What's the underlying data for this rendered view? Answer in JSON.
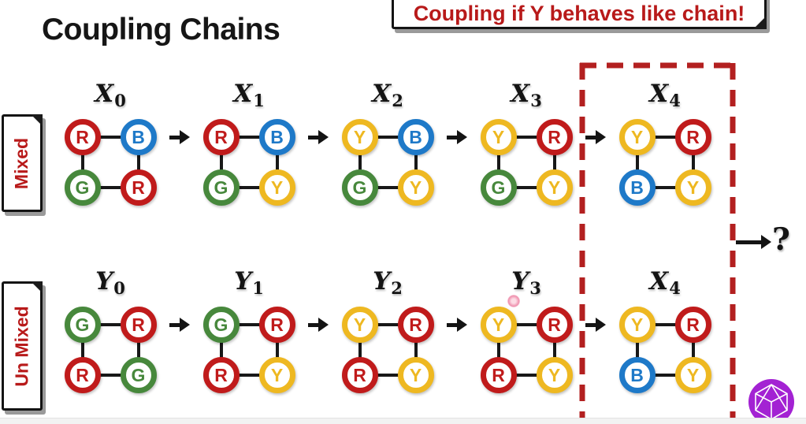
{
  "title": "Coupling Chains",
  "callout": {
    "text": "Coupling if Y behaves like chain!"
  },
  "question_mark": "?",
  "rows": [
    {
      "label": "Mixed",
      "graphs": [
        {
          "name": "X",
          "sub": "0",
          "nodes": [
            "R",
            "B",
            "G",
            "R"
          ]
        },
        {
          "name": "X",
          "sub": "1",
          "nodes": [
            "R",
            "B",
            "G",
            "Y"
          ]
        },
        {
          "name": "X",
          "sub": "2",
          "nodes": [
            "Y",
            "B",
            "G",
            "Y"
          ]
        },
        {
          "name": "X",
          "sub": "3",
          "nodes": [
            "Y",
            "R",
            "G",
            "Y"
          ]
        },
        {
          "name": "X",
          "sub": "4",
          "nodes": [
            "Y",
            "R",
            "B",
            "Y"
          ]
        }
      ]
    },
    {
      "label": "Un Mixed",
      "graphs": [
        {
          "name": "Y",
          "sub": "0",
          "nodes": [
            "G",
            "R",
            "R",
            "G"
          ]
        },
        {
          "name": "Y",
          "sub": "1",
          "nodes": [
            "G",
            "R",
            "R",
            "Y"
          ]
        },
        {
          "name": "Y",
          "sub": "2",
          "nodes": [
            "Y",
            "R",
            "R",
            "Y"
          ]
        },
        {
          "name": "Y",
          "sub": "3",
          "nodes": [
            "Y",
            "R",
            "R",
            "Y"
          ]
        },
        {
          "name": "X",
          "sub": "4",
          "nodes": [
            "Y",
            "R",
            "B",
            "Y"
          ]
        }
      ]
    }
  ],
  "graph_structure": {
    "node_order": [
      "top-left",
      "top-right",
      "bottom-left",
      "bottom-right"
    ],
    "edges": [
      "TL-TR",
      "TL-BL",
      "TR-BR",
      "BL-BR"
    ]
  },
  "colors": {
    "node_R": "#c01b1b",
    "node_B": "#1e79c8",
    "node_G": "#47883c",
    "node_Y": "#eeb821",
    "dashed_box": "#b32020",
    "note_text": "#b81a1a",
    "ink": "#141414",
    "logo_purple": "#a322d3"
  }
}
